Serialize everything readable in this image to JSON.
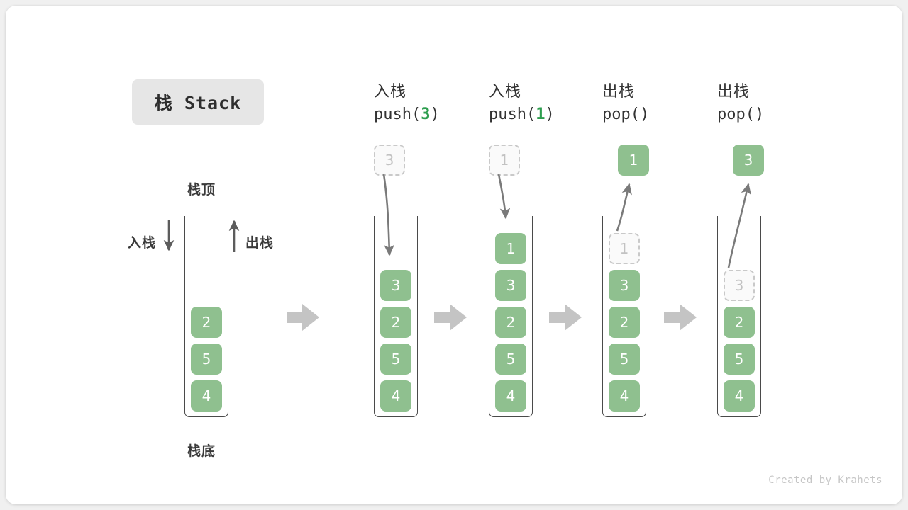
{
  "title": {
    "text": "栈 Stack"
  },
  "left_stack": {
    "top_label": "栈顶",
    "bottom_label": "栈底",
    "push_label": "入栈",
    "pop_label": "出栈",
    "items": [
      "2",
      "5",
      "4"
    ]
  },
  "stages": [
    {
      "id": "push-3",
      "op_cn": "入栈",
      "code_prefix": "push(",
      "code_arg": "3",
      "code_suffix": ")",
      "floating": {
        "value": "3",
        "style": "ghost"
      },
      "arrow": "down-into-stack",
      "items": [
        {
          "value": "3",
          "style": "solid"
        },
        {
          "value": "2",
          "style": "solid"
        },
        {
          "value": "5",
          "style": "solid"
        },
        {
          "value": "4",
          "style": "solid"
        }
      ]
    },
    {
      "id": "push-1",
      "op_cn": "入栈",
      "code_prefix": "push(",
      "code_arg": "1",
      "code_suffix": ")",
      "floating": {
        "value": "1",
        "style": "ghost"
      },
      "arrow": "down-into-stack",
      "items": [
        {
          "value": "1",
          "style": "solid"
        },
        {
          "value": "3",
          "style": "solid"
        },
        {
          "value": "2",
          "style": "solid"
        },
        {
          "value": "5",
          "style": "solid"
        },
        {
          "value": "4",
          "style": "solid"
        }
      ]
    },
    {
      "id": "pop-1",
      "op_cn": "出栈",
      "code_prefix": "pop(",
      "code_arg": "",
      "code_suffix": ")",
      "floating": {
        "value": "1",
        "style": "solid"
      },
      "arrow": "up-out-of-stack",
      "items": [
        {
          "value": "1",
          "style": "ghost"
        },
        {
          "value": "3",
          "style": "solid"
        },
        {
          "value": "2",
          "style": "solid"
        },
        {
          "value": "5",
          "style": "solid"
        },
        {
          "value": "4",
          "style": "solid"
        }
      ]
    },
    {
      "id": "pop-3",
      "op_cn": "出栈",
      "code_prefix": "pop(",
      "code_arg": "",
      "code_suffix": ")",
      "floating": {
        "value": "3",
        "style": "solid"
      },
      "arrow": "up-out-of-stack",
      "items": [
        {
          "value": "",
          "style": "empty"
        },
        {
          "value": "3",
          "style": "ghost"
        },
        {
          "value": "2",
          "style": "solid"
        },
        {
          "value": "5",
          "style": "solid"
        },
        {
          "value": "4",
          "style": "solid"
        }
      ]
    }
  ],
  "transition_arrows": 4,
  "footer": {
    "credit": "Created by Krahets"
  },
  "colors": {
    "element_green": "#8fc08f",
    "arg_green": "#2e9e4f",
    "ghost_border": "#c9c9c9",
    "container_stroke": "#4a4a4a",
    "transition_arrow": "#c4c4c4",
    "badge_bg": "#e6e6e6",
    "text_dark": "#333333"
  }
}
